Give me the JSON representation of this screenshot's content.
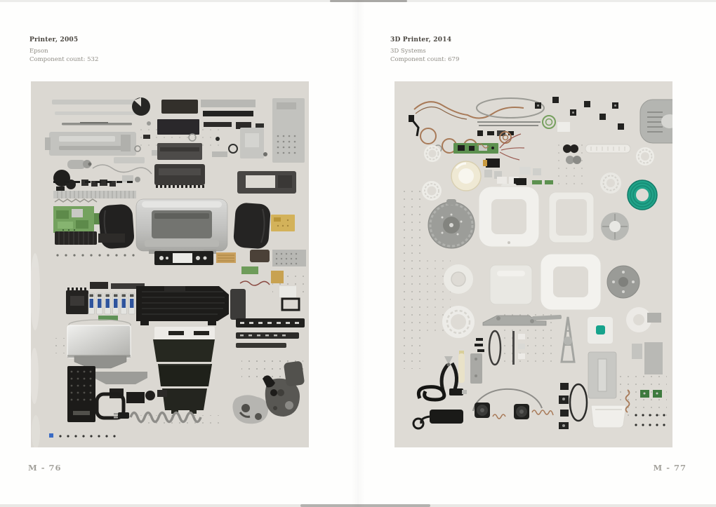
{
  "spread": {
    "left_page": {
      "caption": {
        "title": "Printer, 2005",
        "maker": "Epson",
        "component_count": "Component count: 532"
      },
      "page_number": "M - 76",
      "photo_alt": "Disassembled Epson printer, hundreds of components arranged in a flat grid on a warm grey background",
      "photo_background": "#dbd8d2",
      "accent_colors": {
        "pcb_green": "#74a25f",
        "ink_cartridge_blue": "#2f549d",
        "gold_pcb": "#d3b25a",
        "silver_body": "#c2c2c0"
      }
    },
    "right_page": {
      "caption": {
        "title": "3D Printer, 2014",
        "maker": "3D Systems",
        "component_count": "Component count: 679"
      },
      "page_number": "M - 77",
      "photo_alt": "Disassembled 3D Systems 3D printer, white frames, gears, spools and wires arranged in a flat grid",
      "photo_background": "#dedbd5",
      "accent_colors": {
        "filament_teal": "#21a389",
        "spool_ivory": "#efe9d4",
        "pcb_green": "#5d9150",
        "wire_copper": "#a87a58"
      }
    }
  }
}
